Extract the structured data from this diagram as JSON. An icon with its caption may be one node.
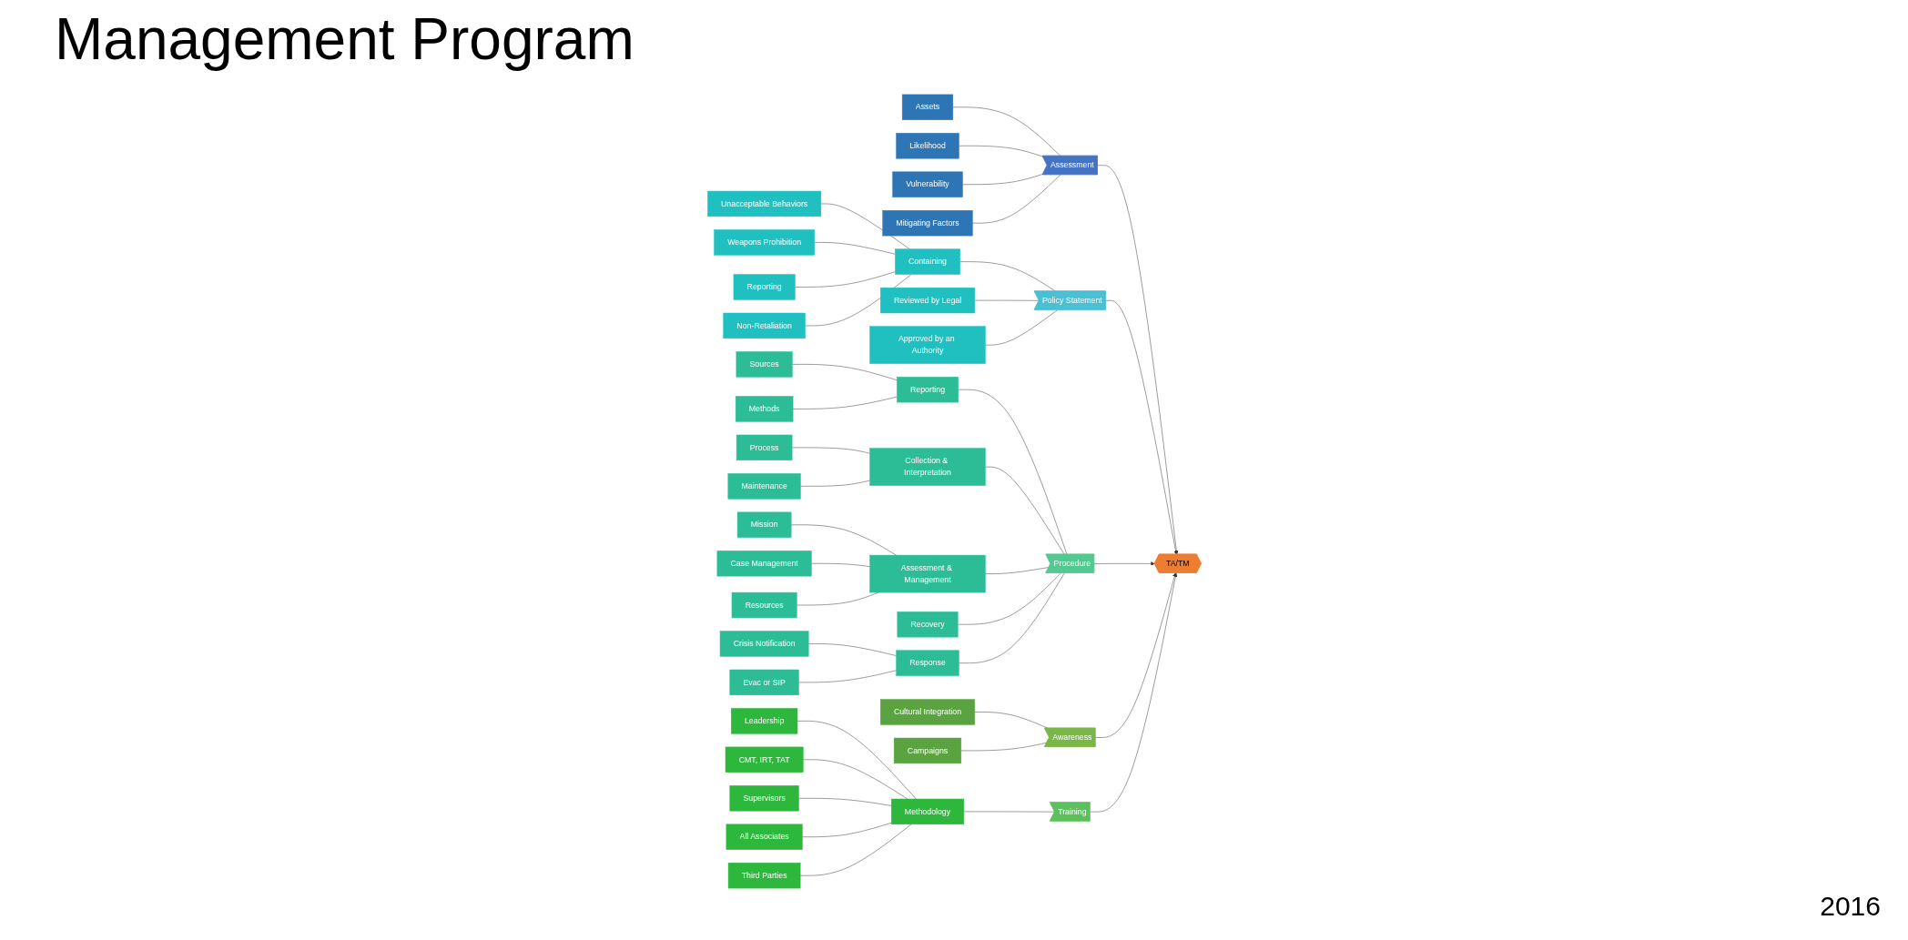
{
  "diagram": {
    "title": "Management Program",
    "nodes": [
      {
        "text": [
          "TA/TM"
        ]
      },
      {
        "text": [
          "Assessment"
        ]
      },
      {
        "text": [
          "Assets"
        ]
      },
      {
        "text": [
          "Likelihood"
        ]
      },
      {
        "text": [
          "Vulnerability"
        ]
      },
      {
        "text": [
          "Mitigating Factors"
        ]
      },
      {
        "text": [
          "Policy Statement"
        ]
      },
      {
        "text": [
          "Containing"
        ]
      },
      {
        "text": [
          "Unacceptable Behaviors"
        ]
      },
      {
        "text": [
          "Weapons Prohibition"
        ]
      },
      {
        "text": [
          "Reporting"
        ]
      },
      {
        "text": [
          "Non-Retaliation"
        ]
      },
      {
        "text": [
          "Reviewed by Legal"
        ]
      },
      {
        "text": [
          "Approved by an Authority"
        ]
      },
      {
        "text": [
          "Awareness"
        ]
      },
      {
        "text": [
          "Cultural Integration"
        ]
      },
      {
        "text": [
          "Campaigns"
        ]
      },
      {
        "text": [
          "Training"
        ]
      },
      {
        "text": [
          "Methodology"
        ]
      },
      {
        "text": [
          "Leadership"
        ]
      },
      {
        "text": [
          "CMT, IRT, TAT"
        ]
      },
      {
        "text": [
          "Supervisors"
        ]
      },
      {
        "text": [
          "All Associates"
        ]
      },
      {
        "text": [
          "Third Parties"
        ]
      },
      {
        "text": [
          "Procedure"
        ]
      },
      {
        "text": [
          "Reporting"
        ]
      },
      {
        "text": [
          "Sources"
        ]
      },
      {
        "text": [
          "Methods"
        ]
      },
      {
        "text": [
          "Collection & Interpretation"
        ]
      },
      {
        "text": [
          "Process"
        ]
      },
      {
        "text": [
          "Maintenance"
        ]
      },
      {
        "text": [
          "Assessment & Management"
        ]
      },
      {
        "text": [
          "Mission"
        ]
      },
      {
        "text": [
          "Case Management"
        ]
      },
      {
        "text": [
          "Resources"
        ]
      },
      {
        "text": [
          "Recovery"
        ]
      },
      {
        "text": [
          "Response"
        ]
      },
      {
        "text": [
          "Crisis Notification"
        ]
      },
      {
        "text": [
          "Evac or SIP"
        ]
      }
    ],
    "edges": [
      {
        "from": 1,
        "to": 0,
        "arrow": "to"
      },
      {
        "from": 6,
        "to": 0,
        "arrow": "to"
      },
      {
        "from": 24,
        "to": 0,
        "arrow": "to"
      },
      {
        "from": 14,
        "to": 0,
        "arrow": "to"
      },
      {
        "from": 17,
        "to": 0,
        "arrow": "to"
      },
      {
        "from": 2,
        "to": 1,
        "arrow": "none"
      },
      {
        "from": 3,
        "to": 1,
        "arrow": "none"
      },
      {
        "from": 4,
        "to": 1,
        "arrow": "none"
      },
      {
        "from": 5,
        "to": 1,
        "arrow": "none"
      },
      {
        "from": 7,
        "to": 6,
        "arrow": "none"
      },
      {
        "from": 8,
        "to": 7,
        "arrow": "none"
      },
      {
        "from": 9,
        "to": 7,
        "arrow": "none"
      },
      {
        "from": 10,
        "to": 7,
        "arrow": "none"
      },
      {
        "from": 11,
        "to": 7,
        "arrow": "none"
      },
      {
        "from": 12,
        "to": 6,
        "arrow": "none"
      },
      {
        "from": 13,
        "to": 6,
        "arrow": "none"
      },
      {
        "from": 15,
        "to": 14,
        "arrow": "none"
      },
      {
        "from": 16,
        "to": 14,
        "arrow": "none"
      },
      {
        "from": 18,
        "to": 17,
        "arrow": "none"
      },
      {
        "from": 19,
        "to": 18,
        "arrow": "none"
      },
      {
        "from": 20,
        "to": 18,
        "arrow": "none"
      },
      {
        "from": 21,
        "to": 18,
        "arrow": "none"
      },
      {
        "from": 22,
        "to": 18,
        "arrow": "none"
      },
      {
        "from": 23,
        "to": 18,
        "arrow": "none"
      },
      {
        "from": 25,
        "to": 24,
        "arrow": "none"
      },
      {
        "from": 26,
        "to": 25,
        "arrow": "none"
      },
      {
        "from": 27,
        "to": 25,
        "arrow": "none"
      },
      {
        "from": 28,
        "to": 24,
        "arrow": "none"
      },
      {
        "from": 29,
        "to": 28,
        "arrow": "none"
      },
      {
        "from": 30,
        "to": 28,
        "arrow": "none"
      },
      {
        "from": 31,
        "to": 24,
        "arrow": "none"
      },
      {
        "from": 32,
        "to": 31,
        "arrow": "none"
      },
      {
        "from": 33,
        "to": 31,
        "arrow": "none"
      },
      {
        "from": 34,
        "to": 31,
        "arrow": "none"
      },
      {
        "from": 35,
        "to": 24,
        "arrow": "none"
      },
      {
        "from": 36,
        "to": 24,
        "arrow": "none"
      },
      {
        "from": 37,
        "to": 36,
        "arrow": "none"
      },
      {
        "from": 38,
        "to": 36,
        "arrow": "none"
      }
    ],
    "labels": [
      "2016"
    ]
  }
}
